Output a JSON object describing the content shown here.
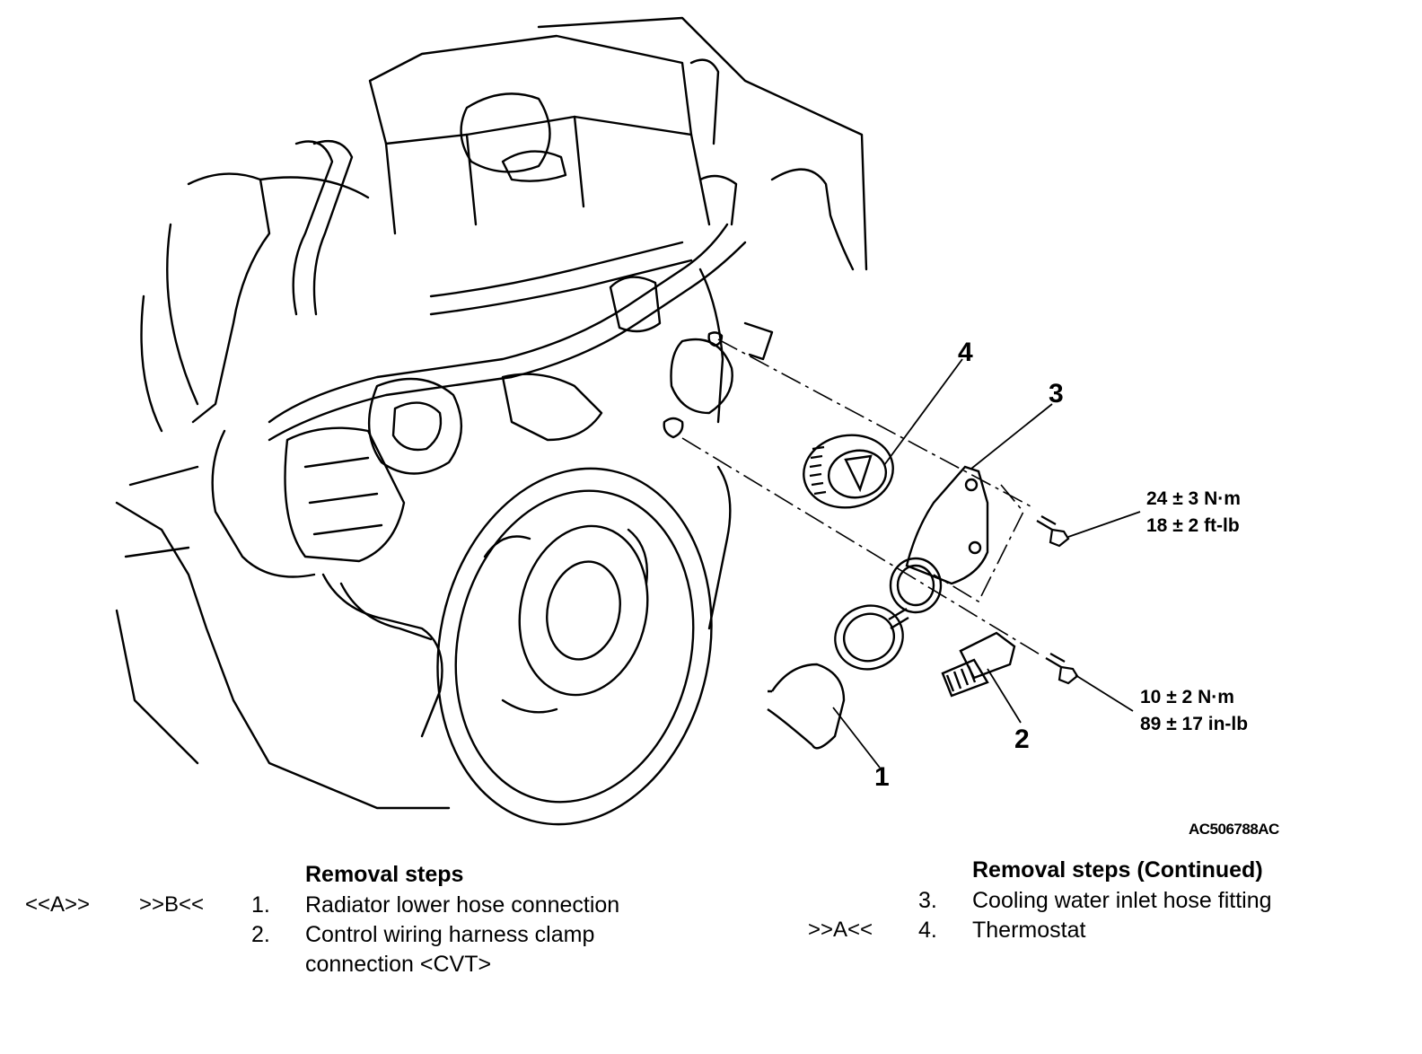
{
  "figure": {
    "reference": "AC506788AC",
    "callouts": [
      "1",
      "2",
      "3",
      "4"
    ],
    "torque_upper": {
      "line1": "24 ± 3 N·m",
      "line2": "18 ± 2 ft-lb"
    },
    "torque_lower": {
      "line1": "10 ± 2 N·m",
      "line2": "89 ± 17 in-lb"
    }
  },
  "steps_left": {
    "title": "Removal steps",
    "items": [
      {
        "code_a": "<<A>>",
        "code_b": ">>B<<",
        "num": "1.",
        "text": "Radiator lower hose connection"
      },
      {
        "code_a": "",
        "code_b": "",
        "num": "2.",
        "text": "Control wiring harness clamp",
        "text2": "connection <CVT>"
      }
    ]
  },
  "steps_right": {
    "title": "Removal steps (Continued)",
    "items": [
      {
        "code": "",
        "num": "3.",
        "text": "Cooling water inlet hose fitting"
      },
      {
        "code": ">>A<<",
        "num": "4.",
        "text": "Thermostat"
      }
    ]
  }
}
